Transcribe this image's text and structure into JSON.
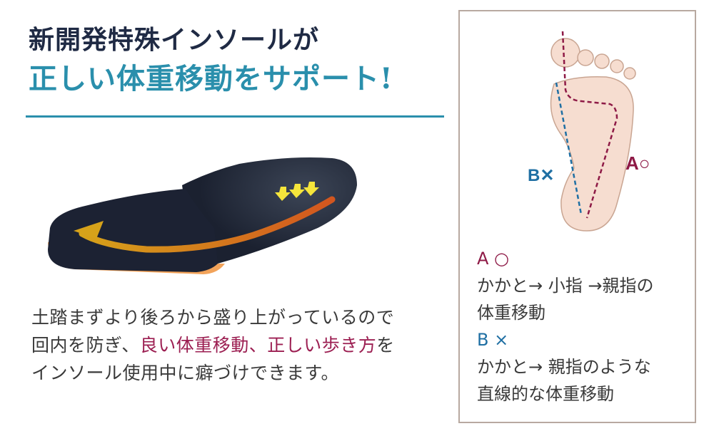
{
  "header": {
    "line1": "新開発特殊インソールが",
    "line2": "正しい体重移動をサポート!"
  },
  "description": {
    "part1": "土踏まずより後ろから盛り上がっているので回内を防ぎ、",
    "highlight": "良い体重移動、正しい歩き方",
    "part2": "をインソール使用中に癖づけできます。"
  },
  "diagram": {
    "label_a": "A○",
    "label_b": "B✕"
  },
  "legend": {
    "a_title": "A ○",
    "a_line1": "かかと→ 小指 →親指の",
    "a_line2": "体重移動",
    "b_title": "B ×",
    "b_line1": "かかと→ 親指のような",
    "b_line2": "直線的な体重移動"
  },
  "colors": {
    "navy": "#1f2a44",
    "teal": "#2a8fac",
    "magenta": "#9c1f52",
    "blue": "#1f6fa3",
    "foot_fill": "#f6ddd0",
    "foot_stroke": "#c9a592"
  }
}
